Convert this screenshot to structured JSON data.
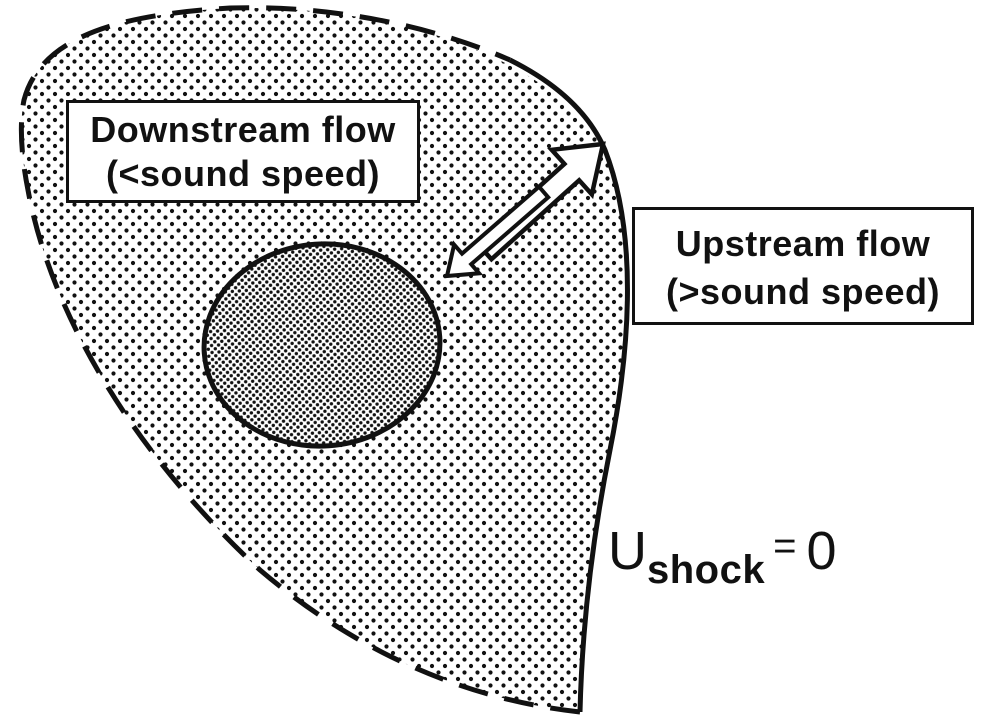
{
  "downstream_label": {
    "line1": "Downstream flow",
    "line2": "(<sound speed)"
  },
  "upstream_label": {
    "line1": "Upstream flow",
    "line2": "(>sound speed)"
  },
  "shock_label": {
    "symbol": "U",
    "subscript": "shock",
    "equals": "=",
    "value": "0"
  },
  "colors": {
    "ink": "#111111",
    "background": "#ffffff"
  }
}
